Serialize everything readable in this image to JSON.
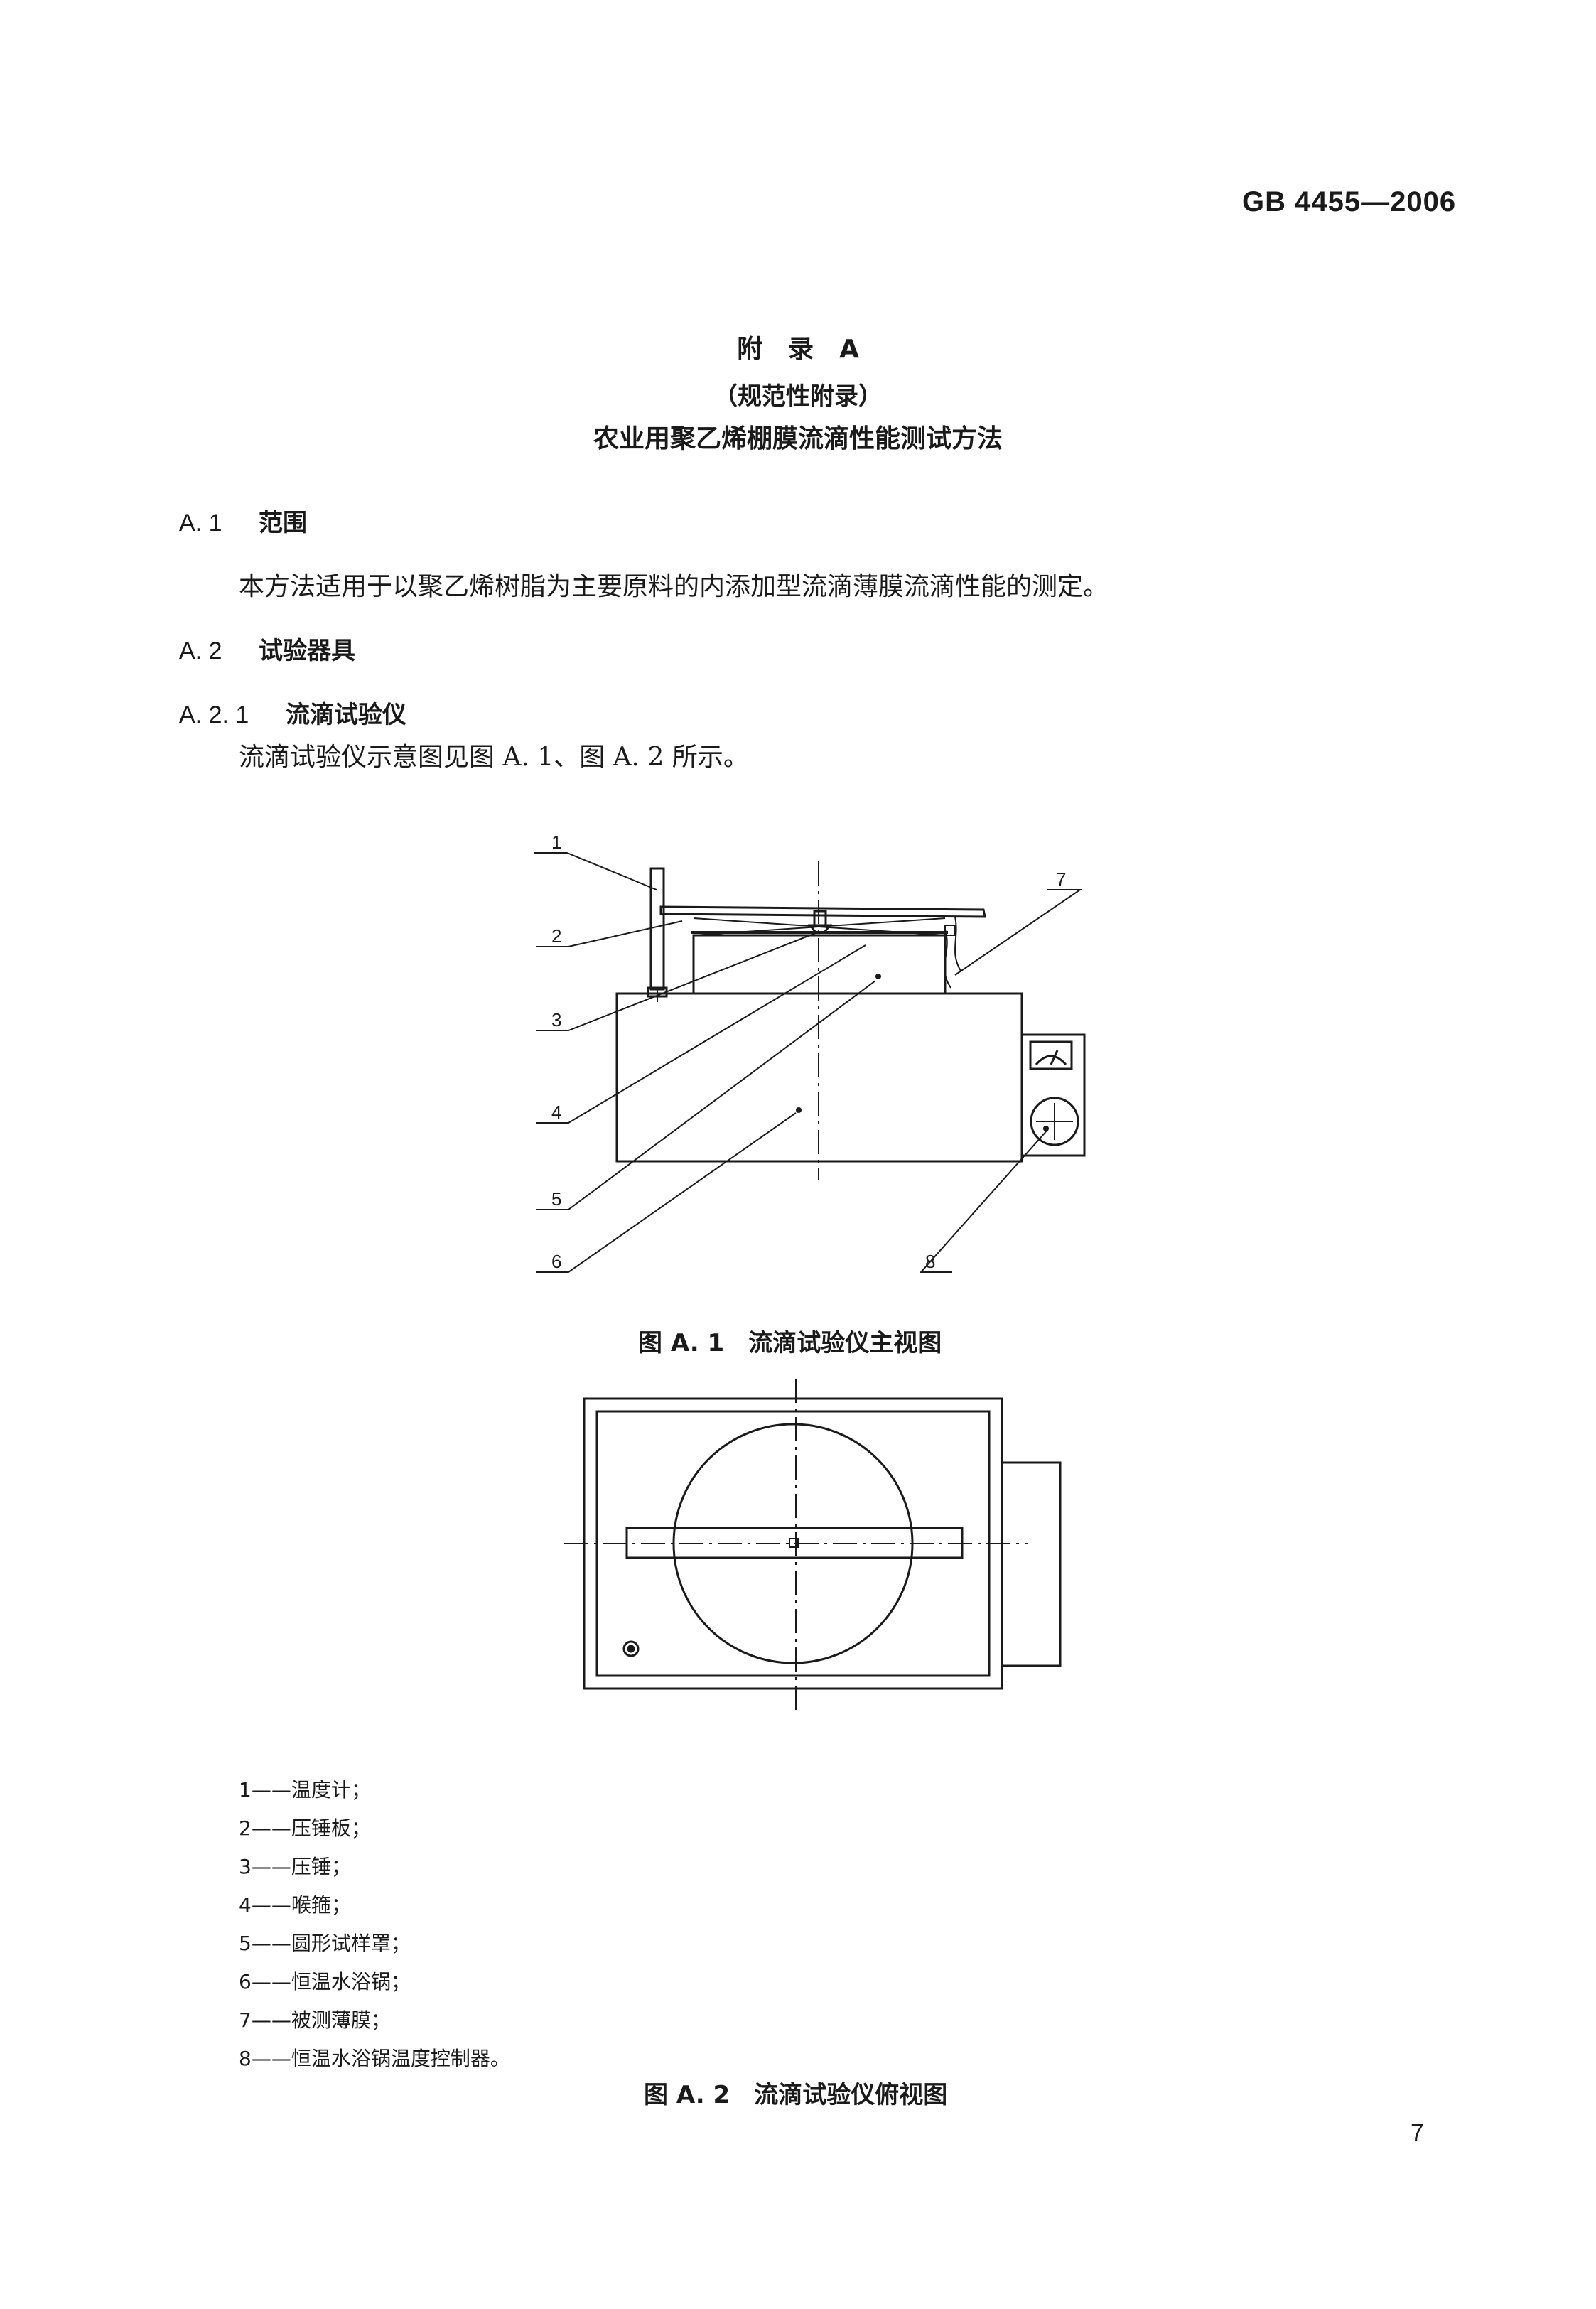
{
  "header": {
    "standard_code": "GB 4455—2006"
  },
  "appendix": {
    "title": "附　录　A",
    "subtitle": "（规范性附录）",
    "doc_title": "农业用聚乙烯棚膜流滴性能测试方法"
  },
  "sections": {
    "a1": {
      "number": "A. 1",
      "title": "范围",
      "text": "本方法适用于以聚乙烯树脂为主要原料的内添加型流滴薄膜流滴性能的测定。"
    },
    "a2": {
      "number": "A. 2",
      "title": "试验器具"
    },
    "a21": {
      "number": "A. 2. 1",
      "title": "流滴试验仪",
      "text": "流滴试验仪示意图见图 A. 1、图 A. 2 所示。"
    }
  },
  "figure1": {
    "caption": "图 A. 1　流滴试验仪主视图",
    "labels": [
      "1",
      "2",
      "3",
      "4",
      "5",
      "6",
      "7",
      "8"
    ]
  },
  "figure2": {
    "caption": "图 A. 2　流滴试验仪俯视图"
  },
  "legend": [
    "1——温度计；",
    "2——压锤板；",
    "3——压锤；",
    "4——喉箍；",
    "5——圆形试样罩；",
    "6——恒温水浴锅；",
    "7——被测薄膜；",
    "8——恒温水浴锅温度控制器。"
  ],
  "footer": {
    "page_number": "7"
  }
}
